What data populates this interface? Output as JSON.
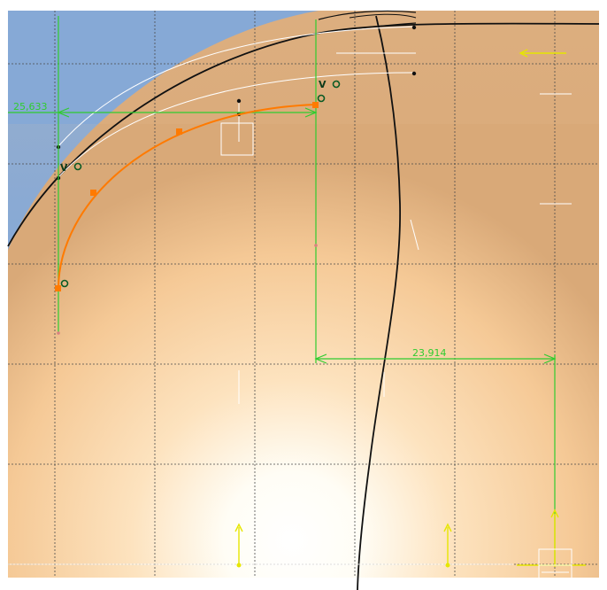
{
  "viewport": {
    "name": "sketch-viewport",
    "colors": {
      "sky": "#86a9d6",
      "surface_light": "#fde2bd",
      "surface_mid": "#f7cf9f",
      "surface_dark": "#d9a978",
      "grid": "#4a4a4a",
      "sketch_curve": "#ff7a00",
      "dimension": "#2fcc2f",
      "construction": "#ffffff",
      "profile": "#111111",
      "axis": "#e6e600"
    }
  },
  "dimensions": {
    "left_value": "25,633",
    "right_value": "23,914"
  },
  "constraints": {
    "left_tag": "V",
    "top_tag": "V"
  },
  "icons": {
    "coincidence": "coincidence-marker-icon",
    "axis_arrow": "axis-arrow-icon",
    "compass": "compass-icon"
  }
}
